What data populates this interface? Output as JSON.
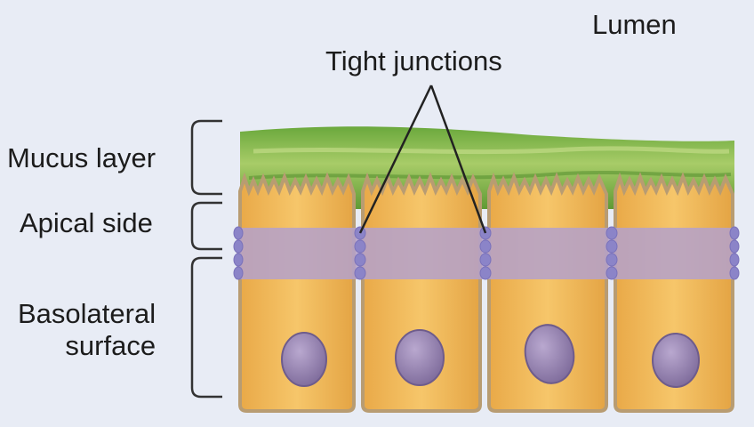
{
  "labels": {
    "lumen": "Lumen",
    "tight_junctions": "Tight junctions",
    "mucus_layer": "Mucus layer",
    "apical_side": "Apical side",
    "basolateral_line1": "Basolateral",
    "basolateral_line2": "surface"
  },
  "colors": {
    "background": "#e8ecf5",
    "mucus": "#7fb24a",
    "cell_body": "#f0b858",
    "cell_outline": "#b89c72",
    "tight_junction_band": "#b5a2c8",
    "junction_beads": "#8b84c8",
    "nucleus": "#9a88b2",
    "bracket": "#333333"
  },
  "cells": [
    "cell-1",
    "cell-2",
    "cell-3",
    "cell-4"
  ]
}
